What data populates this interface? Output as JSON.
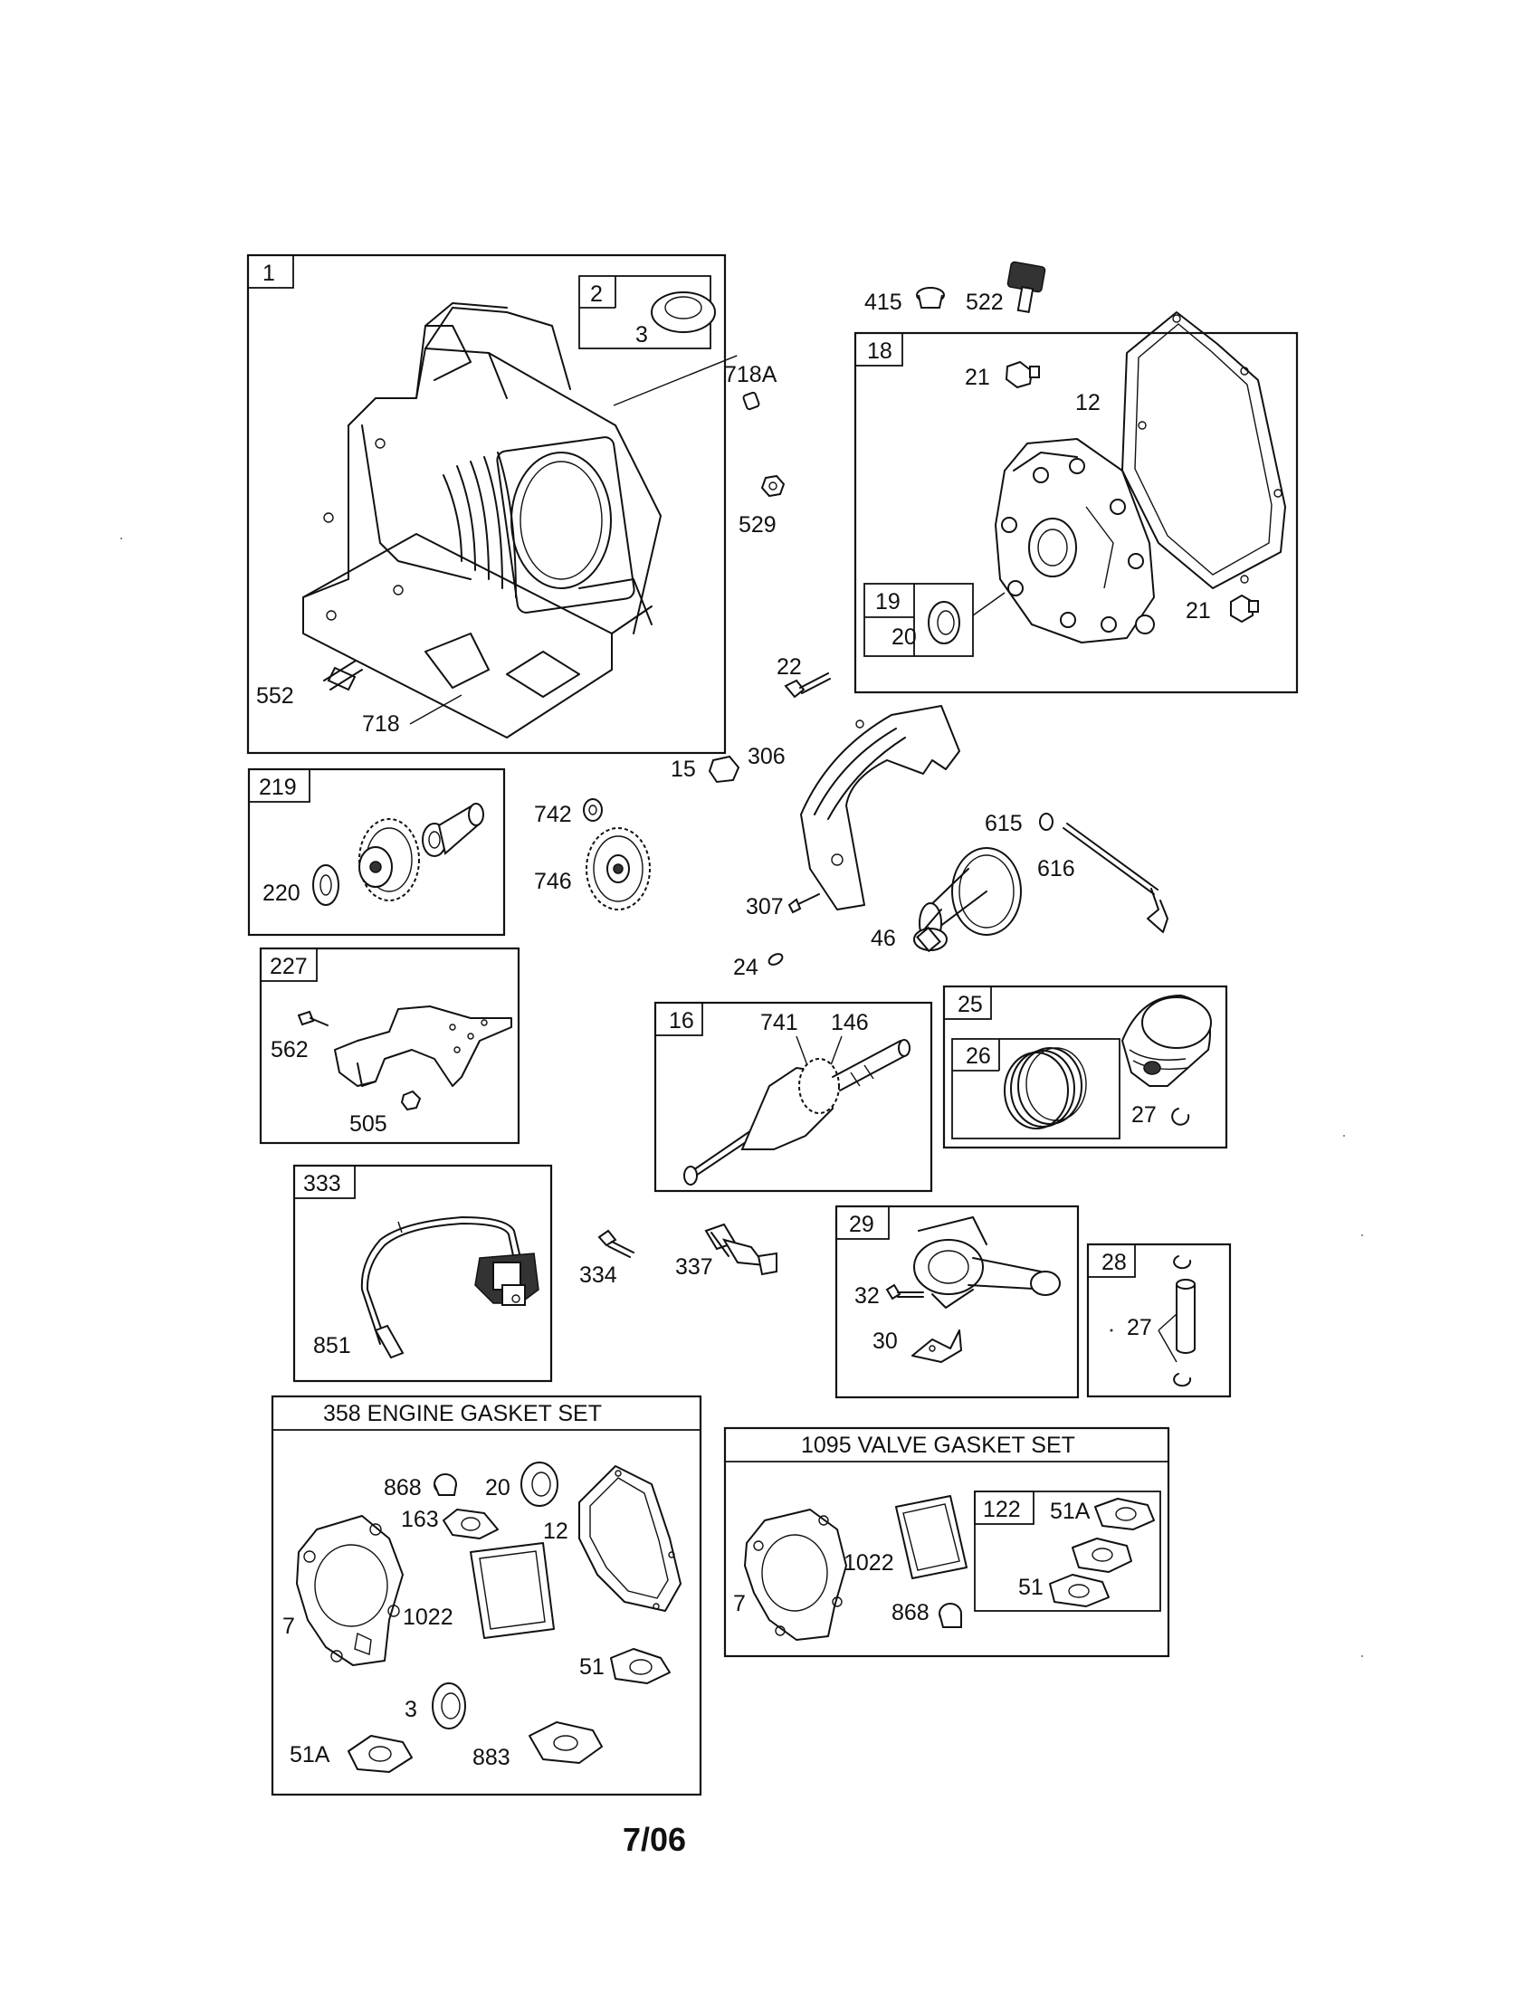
{
  "boxes": {
    "b1": "1",
    "b2": "2",
    "b18": "18",
    "b19": "19",
    "b219": "219",
    "b227": "227",
    "b16": "16",
    "b25": "25",
    "b26": "26",
    "b333": "333",
    "b29": "29",
    "b28": "28",
    "b122": "122"
  },
  "labels": {
    "p3": "3",
    "p718A": "718A",
    "p529": "529",
    "p552": "552",
    "p718": "718",
    "p415": "415",
    "p522": "522",
    "p21a": "21",
    "p12": "12",
    "p20": "20",
    "p21b": "21",
    "p22": "22",
    "p15": "15",
    "p306": "306",
    "p742": "742",
    "p746": "746",
    "p220": "220",
    "p615": "615",
    "p616": "616",
    "p307": "307",
    "p46": "46",
    "p24": "24",
    "p562": "562",
    "p505": "505",
    "p741": "741",
    "p146": "146",
    "p27a": "27",
    "p851": "851",
    "p334": "334",
    "p337": "337",
    "p32": "32",
    "p30": "30",
    "p27b": "27"
  },
  "gasket_set": {
    "title": "358 ENGINE GASKET SET",
    "items": {
      "g868": "868",
      "g20": "20",
      "g163": "163",
      "g12": "12",
      "g7": "7",
      "g1022": "1022",
      "g51": "51",
      "g3": "3",
      "g51A": "51A",
      "g883": "883"
    }
  },
  "valve_set": {
    "title": "1095  VALVE GASKET SET",
    "items": {
      "v1022": "1022",
      "v7": "7",
      "v868": "868",
      "v51A": "51A",
      "v51": "51"
    }
  },
  "footer": "7/06"
}
